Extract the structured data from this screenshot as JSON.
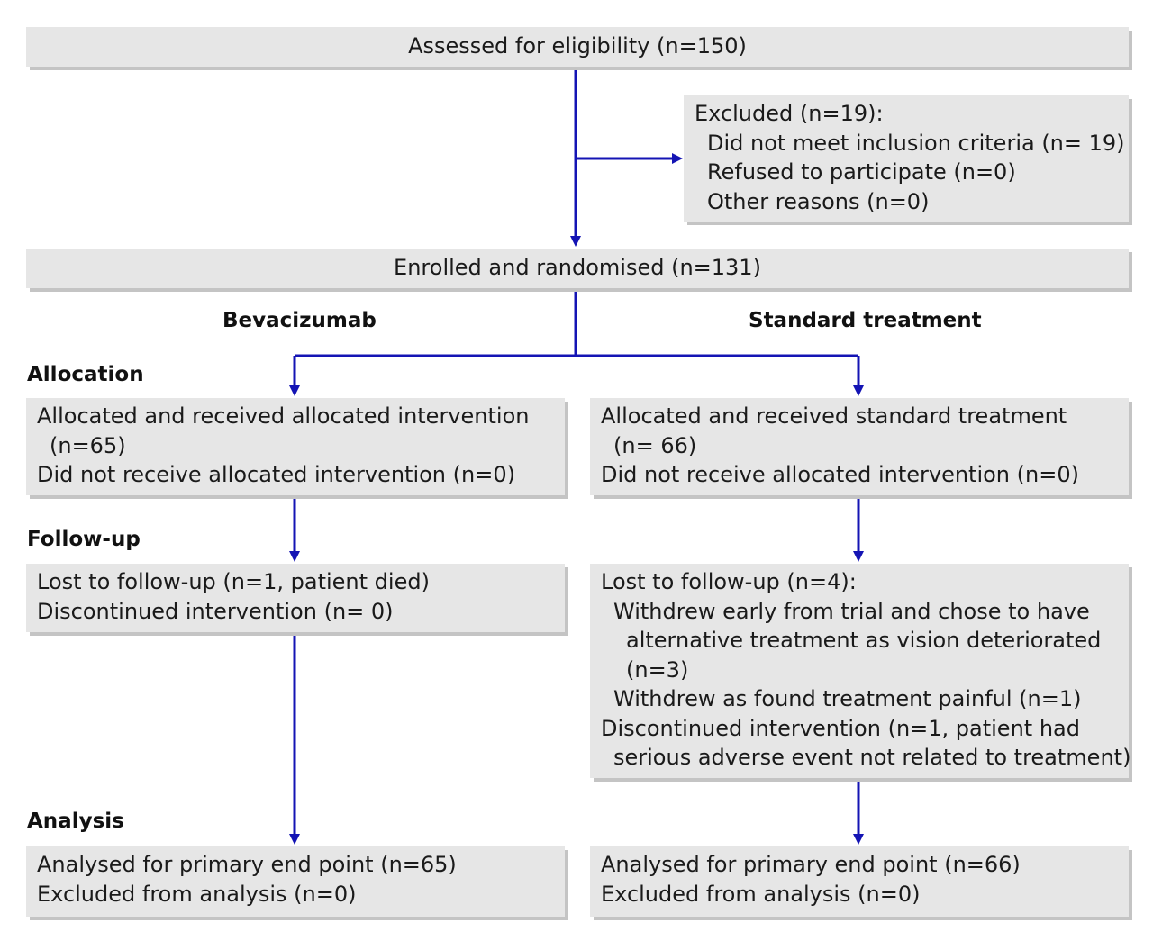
{
  "eligibility": {
    "text": "Assessed for eligibility (n=150)"
  },
  "excluded": {
    "title": "Excluded (n=19):",
    "items": [
      "Did not meet inclusion criteria (n= 19)",
      "Refused to participate (n=0)",
      "Other reasons (n=0)"
    ]
  },
  "enrolled": {
    "text": "Enrolled and randomised (n=131)"
  },
  "arms": {
    "left": "Bevacizumab",
    "right": "Standard treatment"
  },
  "stages": {
    "allocation": "Allocation",
    "followup": "Follow-up",
    "analysis": "Analysis"
  },
  "allocation": {
    "left": [
      "Allocated and received allocated intervention",
      "(n=65)",
      "Did not receive allocated intervention (n=0)"
    ],
    "right": [
      "Allocated and received standard treatment",
      "(n= 66)",
      "Did not receive allocated intervention (n=0)"
    ]
  },
  "followup": {
    "left": [
      "Lost to follow-up (n=1, patient died)",
      "Discontinued intervention (n= 0)"
    ],
    "right": [
      "Lost to follow-up (n=4):",
      "Withdrew early from trial and chose to have",
      "alternative treatment as vision deteriorated",
      "(n=3)",
      "Withdrew as found treatment painful (n=1)",
      "Discontinued intervention (n=1, patient had",
      "serious adverse event not related to treatment)"
    ]
  },
  "analysis": {
    "left": [
      "Analysed for primary end point (n=65)",
      "Excluded from analysis (n=0)"
    ],
    "right": [
      "Analysed for primary end point (n=66)",
      "Excluded from analysis (n=0)"
    ]
  },
  "colors": {
    "arrow": "#1414b4",
    "box": "#e6e6e6",
    "shadow": "#c4c4c4"
  }
}
